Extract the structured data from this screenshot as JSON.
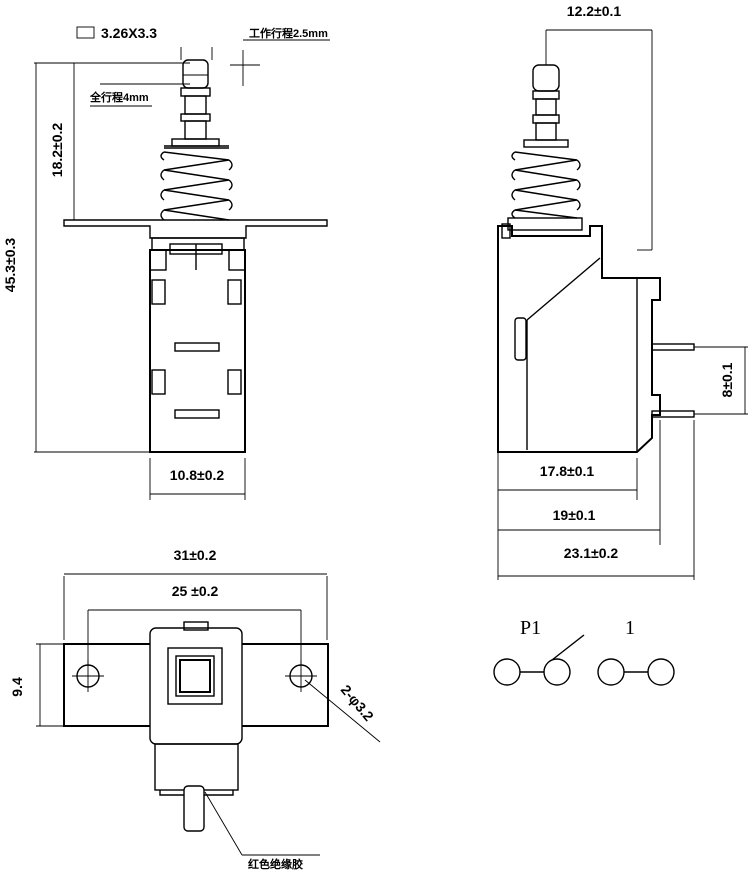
{
  "front_view": {
    "legend_text": "3.26X3.3",
    "work_travel": "工作行程2.5mm",
    "full_travel": "全行程4mm",
    "height_upper": "18.2±0.2",
    "height_total": "45.3±0.3",
    "body_width": "10.8±0.2"
  },
  "side_view": {
    "top_width": "12.2±0.1",
    "pin_spacing": "8±0.1",
    "width_a": "17.8±0.1",
    "width_b": "19±0.1",
    "width_c": "23.1±0.2"
  },
  "bottom_view": {
    "flange_width": "31±0.2",
    "hole_spacing": "25 ±0.2",
    "flange_height": "9.4",
    "hole_spec": "2-φ3.2",
    "insulation_note": "红色绝缘胶"
  },
  "schematic": {
    "label_p1": "P1",
    "label_1": "1"
  }
}
